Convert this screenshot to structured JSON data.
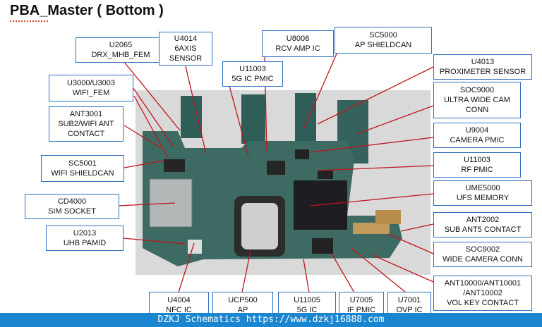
{
  "title": "PBA_Master ( Bottom )",
  "footer_text": "DZKJ Schematics https://www.dzkj16888.com",
  "colors": {
    "label_border": "#2f6fbe",
    "leader": "#c0141b",
    "footer_bg": "#1a86d0"
  },
  "labels": [
    {
      "id": "u2065",
      "line1": "U2065",
      "line2": "DRX_MHB_FEM"
    },
    {
      "id": "u4014",
      "line1": "U4014",
      "line2": "6AXIS",
      "line3": "SENSOR"
    },
    {
      "id": "u11003-5g",
      "line1": "U11003",
      "line2": "5G IC PMIC"
    },
    {
      "id": "u8008",
      "line1": "U8008",
      "line2": "RCV AMP IC"
    },
    {
      "id": "sc5000",
      "line1": "SC5000",
      "line2": "AP SHIELDCAN"
    },
    {
      "id": "u4013",
      "line1": "U4013",
      "line2": "PROXIMETER SENSOR"
    },
    {
      "id": "u3000",
      "line1": "U3000/U3003",
      "line2": "WIFI_FEM"
    },
    {
      "id": "soc9000",
      "line1": "SOC9000",
      "line2": "ULTRA WIDE CAM",
      "line3": "CONN"
    },
    {
      "id": "ant3001",
      "line1": "ANT3001",
      "line2": "SUB2/WIFI ANT",
      "line3": "CONTACT"
    },
    {
      "id": "u9004",
      "line1": "U9004",
      "line2": "CAMERA PMIC"
    },
    {
      "id": "sc5001",
      "line1": "SC5001",
      "line2": "WIFI SHIELDCAN"
    },
    {
      "id": "u11003-rf",
      "line1": "U11003",
      "line2": "RF PMIC"
    },
    {
      "id": "ume5000",
      "line1": "UME5000",
      "line2": "UFS MEMORY"
    },
    {
      "id": "cd4000",
      "line1": "CD4000",
      "line2": "SIM SOCKET"
    },
    {
      "id": "ant2002",
      "line1": "ANT2002",
      "line2": "SUB ANT5 CONTACT"
    },
    {
      "id": "u2013",
      "line1": "U2013",
      "line2": "UHB PAMID"
    },
    {
      "id": "soc9002",
      "line1": "SOC9002",
      "line2": "WIDE CAMERA CONN"
    },
    {
      "id": "ant10000",
      "line1": "ANT10000/ANT10001",
      "line2": "/ANT10002",
      "line3": "VOL KEY CONTACT"
    },
    {
      "id": "u4004",
      "line1": "U4004",
      "line2": "NFC IC"
    },
    {
      "id": "ucp500",
      "line1": "UCP500",
      "line2": "AP"
    },
    {
      "id": "u11005",
      "line1": "U11005",
      "line2": "5G IC"
    },
    {
      "id": "u7005",
      "line1": "U7005",
      "line2": "IF PMIC"
    },
    {
      "id": "u7001",
      "line1": "U7001",
      "line2": "OVP IC"
    }
  ]
}
